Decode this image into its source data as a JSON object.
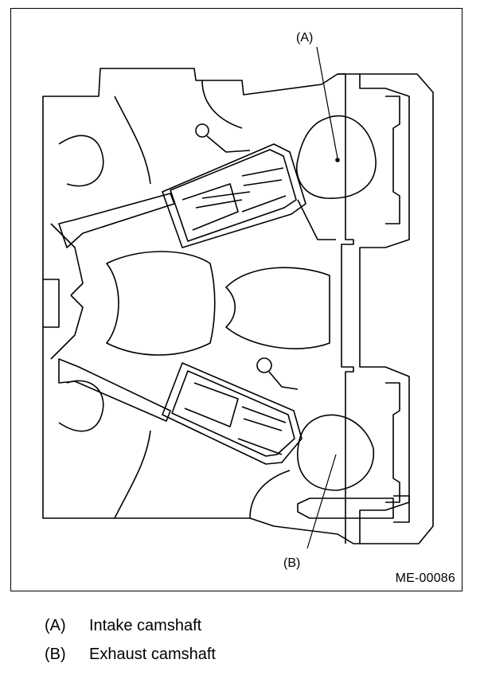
{
  "figure": {
    "id": "ME-00086",
    "callouts": [
      {
        "key": "A",
        "label": "(A)"
      },
      {
        "key": "B",
        "label": "(B)"
      }
    ]
  },
  "legend": [
    {
      "key": "(A)",
      "text": "Intake camshaft"
    },
    {
      "key": "(B)",
      "text": "Exhaust camshaft"
    }
  ]
}
